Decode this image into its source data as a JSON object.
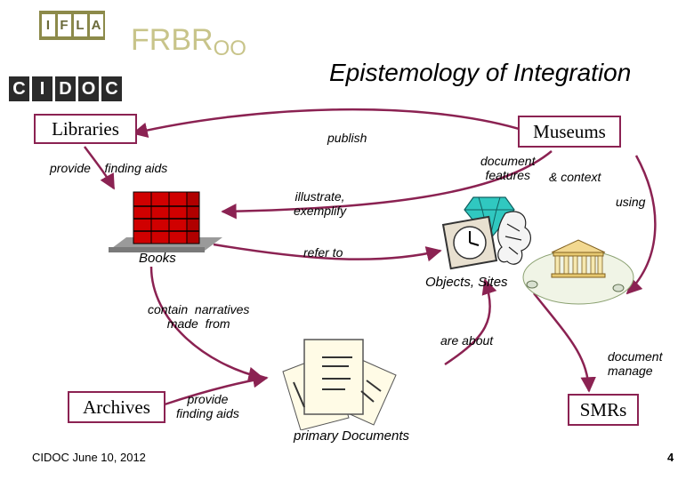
{
  "logos": {
    "ifla_letters": [
      "I",
      "F",
      "L",
      "A"
    ],
    "cidoc_letters": [
      "C",
      "I",
      "D",
      "O",
      "C"
    ]
  },
  "header": {
    "frbr_main": "FRBR",
    "frbr_sub": "OO",
    "title": "Epistemology of Integration"
  },
  "nodes": {
    "libraries": "Libraries",
    "museums": "Museums",
    "archives": "Archives",
    "smrs": "SMRs",
    "books": "Books",
    "objects_sites": "Objects,   Sites",
    "primary_documents": "primary   Documents"
  },
  "edges": {
    "publish": "publish",
    "provide_finding_aids_lib": "provide    finding aids",
    "document_features": "document\nfeatures",
    "and_context": "& context",
    "illustrate_exemplify": "illustrate,\nexemplify",
    "using": "using",
    "refer_to": "refer to",
    "contain_narratives": "contain  narratives\nmade  from",
    "are_about": "are   about",
    "document_manage": "document\nmanage",
    "provide_finding_aids_arch": "provide\nfinding aids"
  },
  "footer": {
    "date": "CIDOC June 10, 2012",
    "page": "4"
  },
  "colors": {
    "arrow": "#8b2252",
    "logo_olive": "#8c8a4a",
    "logo_dark": "#2b2b2b",
    "frbr_text": "#c8c48a",
    "book_red": "#d00000"
  }
}
